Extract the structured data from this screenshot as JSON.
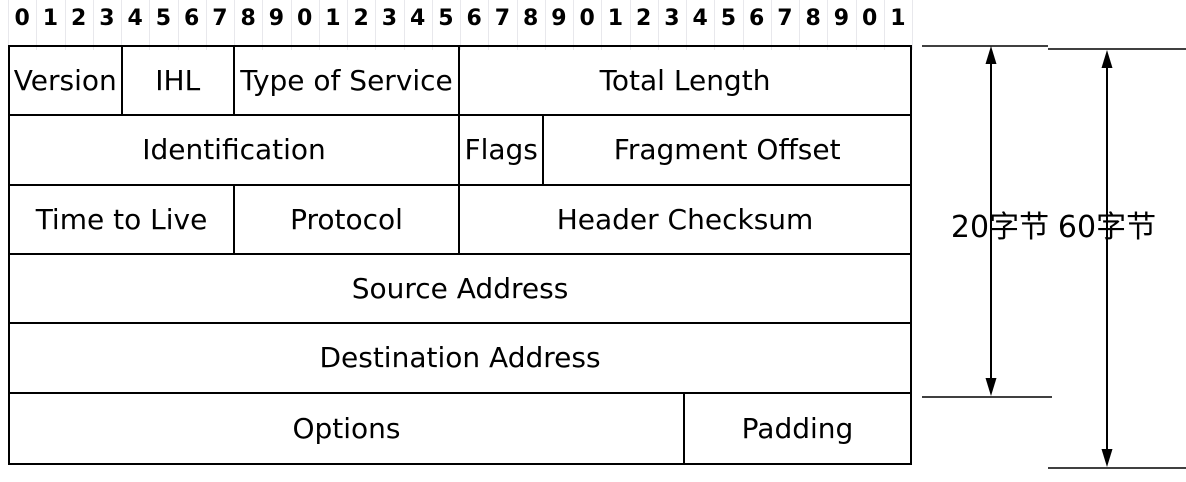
{
  "bit_ruler": {
    "numbers": [
      "0",
      "1",
      "2",
      "3",
      "4",
      "5",
      "6",
      "7",
      "8",
      "9",
      "0",
      "1",
      "2",
      "3",
      "4",
      "5",
      "6",
      "7",
      "8",
      "9",
      "0",
      "1",
      "2",
      "3",
      "4",
      "5",
      "6",
      "7",
      "8",
      "9",
      "0",
      "1"
    ]
  },
  "header_table": {
    "total_bits": 32,
    "rows": [
      {
        "cells": [
          {
            "label": "Version",
            "bits": 4
          },
          {
            "label": "IHL",
            "bits": 4
          },
          {
            "label": "Type of Service",
            "bits": 8
          },
          {
            "label": "Total Length",
            "bits": 16
          }
        ]
      },
      {
        "cells": [
          {
            "label": "Identification",
            "bits": 16
          },
          {
            "label": "Flags",
            "bits": 3
          },
          {
            "label": "Fragment Offset",
            "bits": 13
          }
        ]
      },
      {
        "cells": [
          {
            "label": "Time to Live",
            "bits": 8
          },
          {
            "label": "Protocol",
            "bits": 8
          },
          {
            "label": "Header Checksum",
            "bits": 16
          }
        ]
      },
      {
        "cells": [
          {
            "label": "Source Address",
            "bits": 32
          }
        ]
      },
      {
        "cells": [
          {
            "label": "Destination Address",
            "bits": 32
          }
        ]
      },
      {
        "cells": [
          {
            "label": "Options",
            "bits": 24
          },
          {
            "label": "Padding",
            "bits": 8
          }
        ]
      }
    ]
  },
  "byte_annotations": [
    {
      "label": "20字节",
      "arrow": "double-headed-vertical-arrow"
    },
    {
      "label": "60字节",
      "arrow": "double-headed-vertical-arrow"
    }
  ],
  "colors": {
    "line": "#000000",
    "text": "#000000",
    "gridline": "#e8e8ec",
    "background": "#ffffff"
  }
}
